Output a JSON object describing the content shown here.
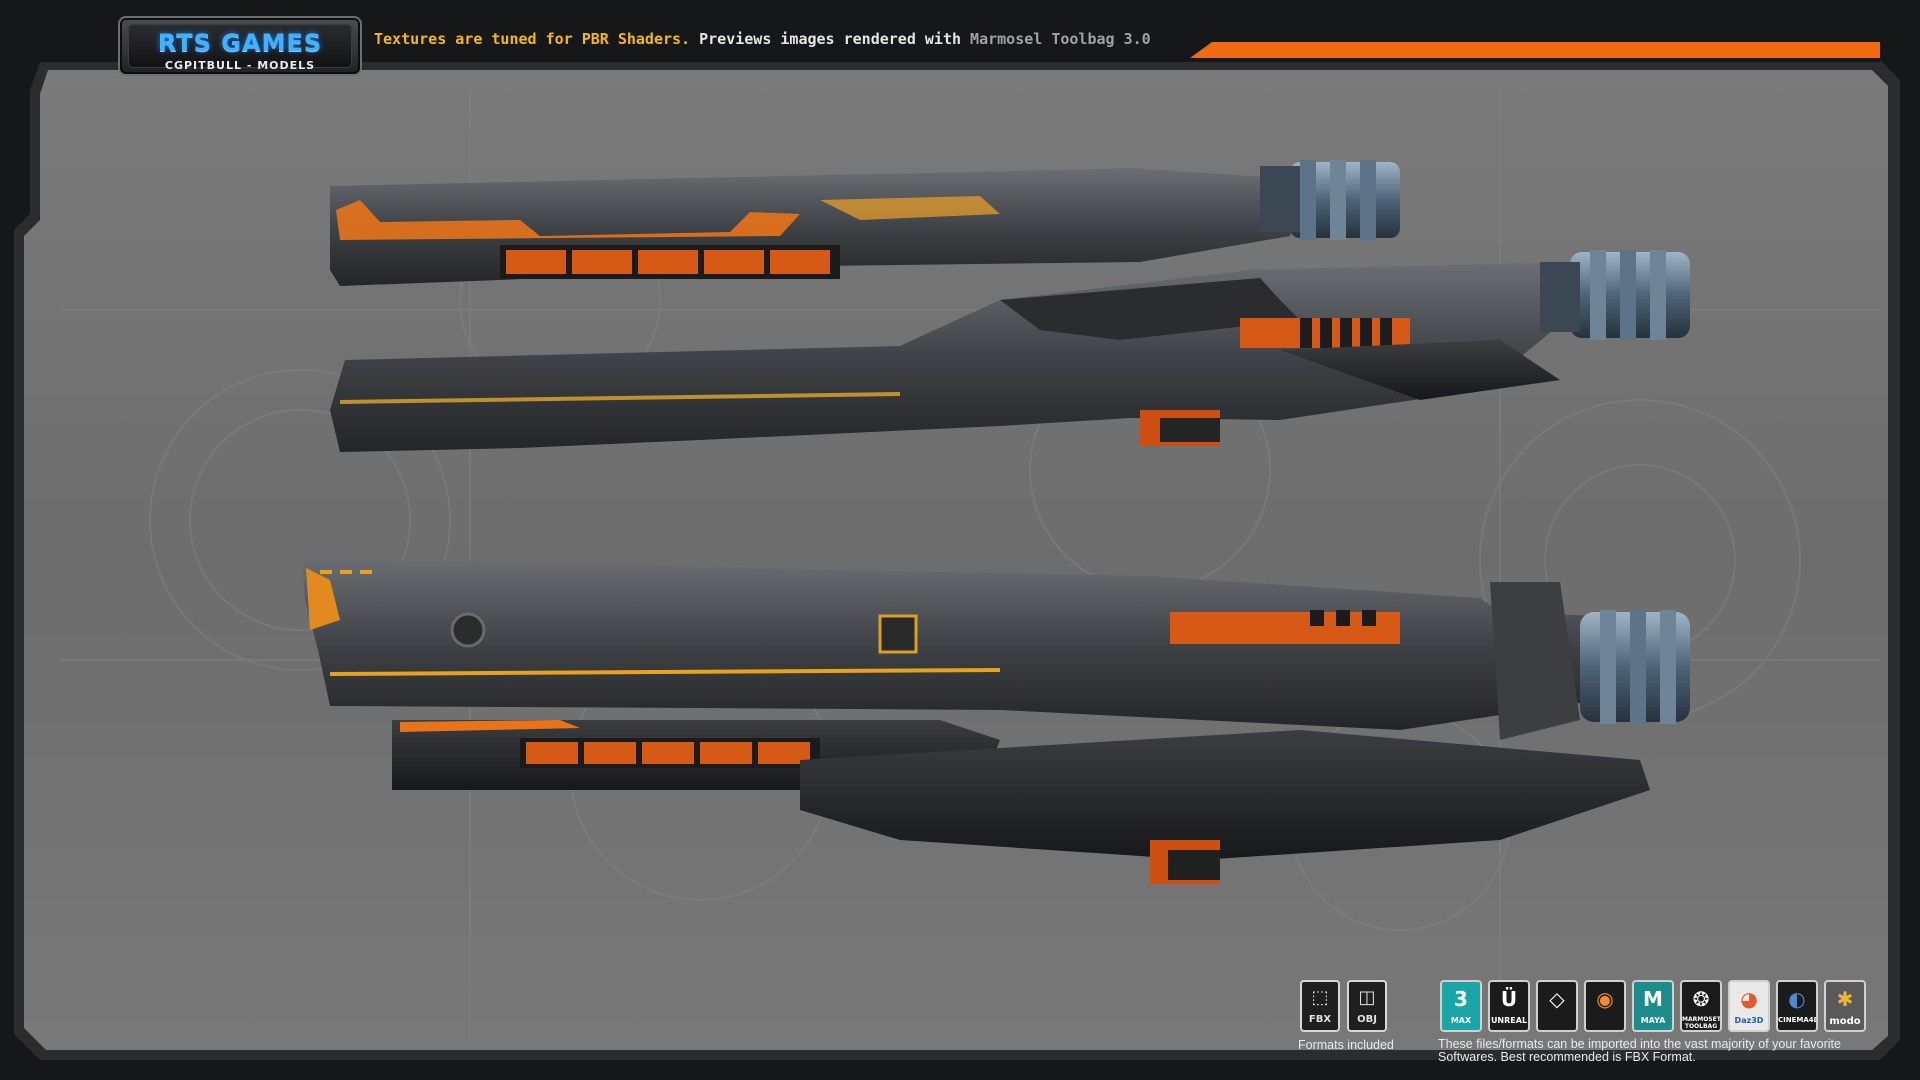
{
  "header": {
    "logo_title": "RTS GAMES",
    "logo_subtitle": "CGPITBULL - MODELS",
    "tagline_part1": "Textures are tuned for PBR Shaders.",
    "tagline_part2": " Previews images rendered with ",
    "tagline_part3": "Marmosel Toolbag 3.0"
  },
  "formats": {
    "items": [
      {
        "label": "FBX",
        "icon": "fbx-file-icon"
      },
      {
        "label": "OBJ",
        "icon": "obj-file-icon"
      }
    ],
    "caption": "Formats included"
  },
  "software": {
    "items": [
      {
        "label": "MAX",
        "icon": "3ds-max-icon",
        "color": "#1aa6a6"
      },
      {
        "label": "UNREAL",
        "icon": "unreal-engine-icon",
        "color": "#1b1b1b"
      },
      {
        "label": "",
        "icon": "unity-icon",
        "color": "#1b1b1b"
      },
      {
        "label": "",
        "icon": "blender-icon",
        "color": "#1b1b1b"
      },
      {
        "label": "MAYA",
        "icon": "maya-icon",
        "color": "#1d8c8c"
      },
      {
        "label": "MARMOSET TOOLBAG",
        "icon": "marmoset-icon",
        "color": "#1b1b1b"
      },
      {
        "label": "Daz3D",
        "icon": "daz3d-icon",
        "color": "#e9e9e9"
      },
      {
        "label": "CINEMA4D",
        "icon": "cinema4d-icon",
        "color": "#1b1b1b"
      },
      {
        "label": "modo",
        "icon": "modo-icon",
        "color": "#5a5a5a"
      }
    ],
    "caption": "These files/formats can be imported into the vast majority of your favorite Softwares. Best recommended is FBX Format."
  },
  "colors": {
    "accent_orange": "#f26a10",
    "accent_yellow": "#f4b81c",
    "logo_blue": "#3fb1ff",
    "background": "#6e6e6e"
  },
  "image_alt": "Two renders of a dark grey sci-fi battleship with orange trim and blue engine thrusters"
}
